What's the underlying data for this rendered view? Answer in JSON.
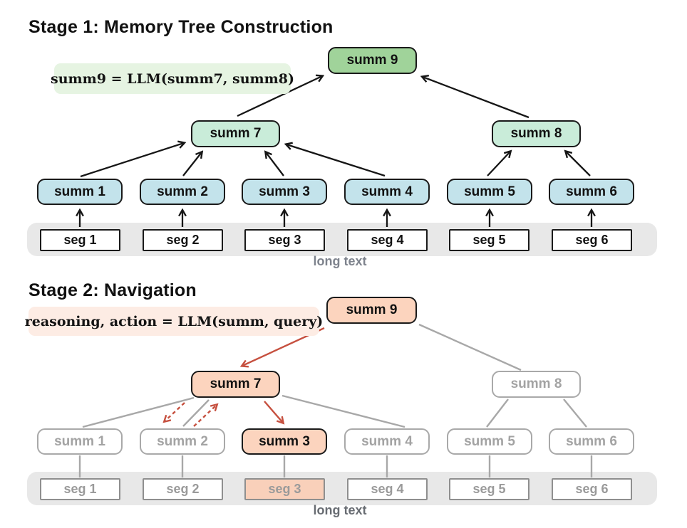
{
  "figure": {
    "stage1": {
      "title": "Stage 1: Memory Tree Construction",
      "formula": "summ9 = LLM(summ7, summ8)",
      "root": "summ 9",
      "mid": [
        "summ 7",
        "summ 8"
      ],
      "leaves": [
        "summ 1",
        "summ 2",
        "summ 3",
        "summ 4",
        "summ 5",
        "summ 6"
      ],
      "segments": [
        "seg 1",
        "seg 2",
        "seg 3",
        "seg 4",
        "seg 5",
        "seg 6"
      ],
      "caption": "long text"
    },
    "stage2": {
      "title": "Stage 2: Navigation",
      "formula": "reasoning, action = LLM(summ, query)",
      "root": "summ 9",
      "mid": [
        "summ 7",
        "summ 8"
      ],
      "leaves": [
        "summ 1",
        "summ 2",
        "summ 3",
        "summ 4",
        "summ 5",
        "summ 6"
      ],
      "segments": [
        "seg 1",
        "seg 2",
        "seg 3",
        "seg 4",
        "seg 5",
        "seg 6"
      ],
      "caption": "long text"
    },
    "colors": {
      "root_green": "#a0d39a",
      "mid_mint": "#c9ecd9",
      "leaf_blue": "#c3e3eb",
      "highlight_salmon": "#fcd4be",
      "segment_highlight": "#f9d0ba",
      "formula_green_bg": "#e6f4e2",
      "formula_pink_bg": "#fdece4",
      "band_gray": "#e8e8e8",
      "inactive_gray": "#a8a8a8",
      "arrow_black": "#161616",
      "arrow_red": "#c6503f"
    }
  }
}
